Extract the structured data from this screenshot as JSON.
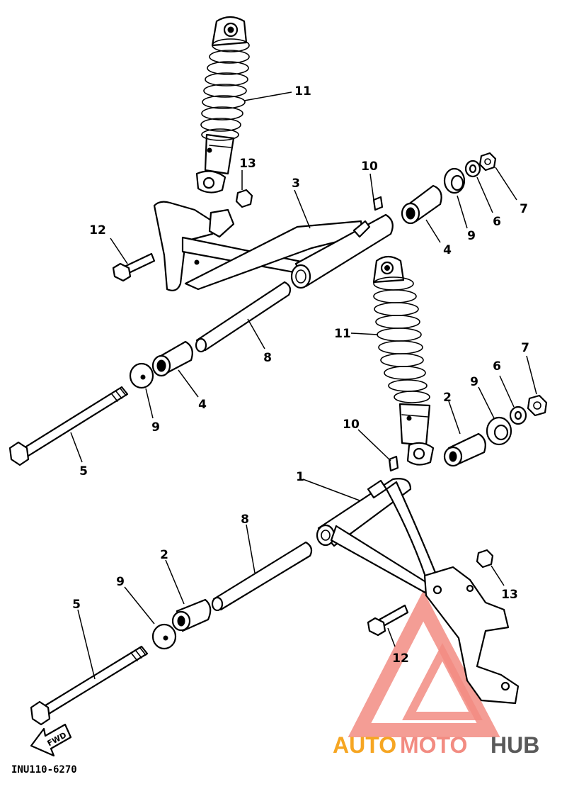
{
  "callouts": {
    "c1": "1",
    "c2a": "2",
    "c2b": "2",
    "c3": "3",
    "c4a": "4",
    "c4b": "4",
    "c5a": "5",
    "c5b": "5",
    "c6a": "6",
    "c6b": "6",
    "c7a": "7",
    "c7b": "7",
    "c8a": "8",
    "c8b": "8",
    "c9a": "9",
    "c9b": "9",
    "c9c": "9",
    "c9d": "9",
    "c10a": "10",
    "c10b": "10",
    "c11a": "11",
    "c11b": "11",
    "c12a": "12",
    "c12b": "12",
    "c13a": "13",
    "c13b": "13"
  },
  "diagram_code": "INU110-6270",
  "fwd_label": "FWD",
  "watermark": {
    "part1": "AUTO",
    "part2": "MOTO",
    "part3": "HUB"
  },
  "colors": {
    "watermark_orange": "#f6a623",
    "watermark_red": "#f28c82",
    "watermark_gray": "#5a5a5a"
  }
}
